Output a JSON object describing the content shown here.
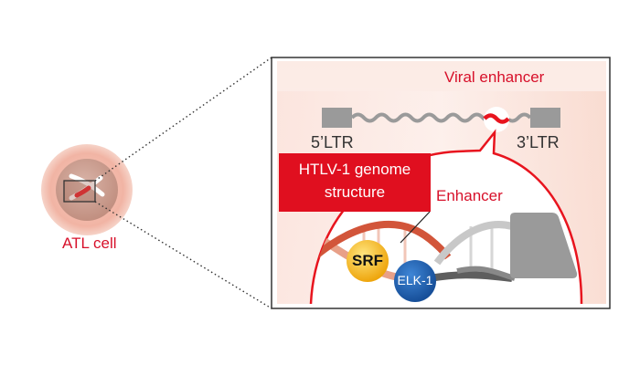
{
  "cell": {
    "label": "ATL cell"
  },
  "genome": {
    "viral_enhancer_label": "Viral enhancer",
    "ltr5_label": "5’LTR",
    "ltr3_label": "3’LTR"
  },
  "detail": {
    "title_line1": "HTLV-1 genome",
    "title_line2": "structure",
    "enhancer_label": "Enhancer",
    "srf_label": "SRF",
    "elk1_label": "ELK-1"
  },
  "colors": {
    "accent_red": "#d7102a",
    "ltr_gray": "#9a9a9a",
    "srf_yellow": "#f2b418",
    "elk1_blue": "#1f5fae",
    "panel_pink": "#fbe3dc"
  }
}
